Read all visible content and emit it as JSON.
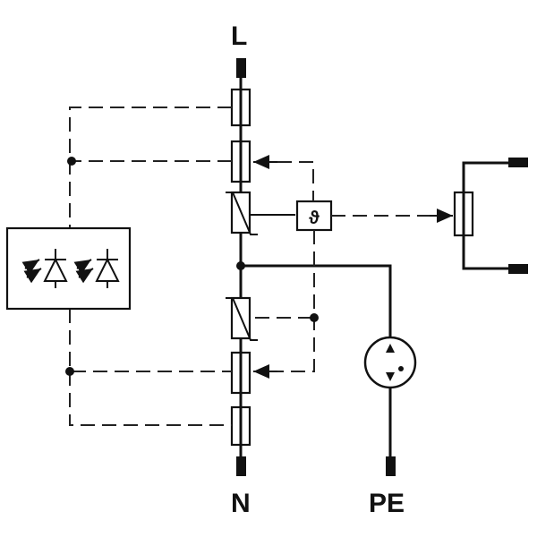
{
  "diagram": {
    "labels": {
      "line": "L",
      "neutral": "N",
      "protective_earth": "PE",
      "thermal_symbol": "ϑ"
    },
    "colors": {
      "ink": "#111111",
      "background": "#ffffff"
    },
    "icons": [
      "varistor-icon",
      "fuse-icon",
      "gas-discharge-tube-icon",
      "led-icon",
      "thermal-disconnect-icon",
      "remote-contact-icon"
    ]
  }
}
